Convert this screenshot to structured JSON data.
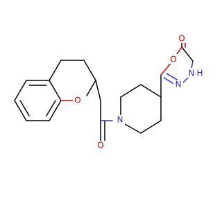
{
  "atoms": {
    "oxygen_ring_chromane": "O",
    "oxygen_carbonyl_amide": "O",
    "nitrogen_piperidine": "N",
    "oxygen_oxadiazole_ring": "O",
    "oxygen_oxadiazolone_carbonyl": "O",
    "nitrogen_nh": "N",
    "hydrogen_nh": "H",
    "nitrogen_ring_lower": "N"
  },
  "colors": {
    "bond": "#000000",
    "oxygen": "#e00000",
    "nitrogen": "#2f2fe0",
    "background": "#ffffff"
  }
}
